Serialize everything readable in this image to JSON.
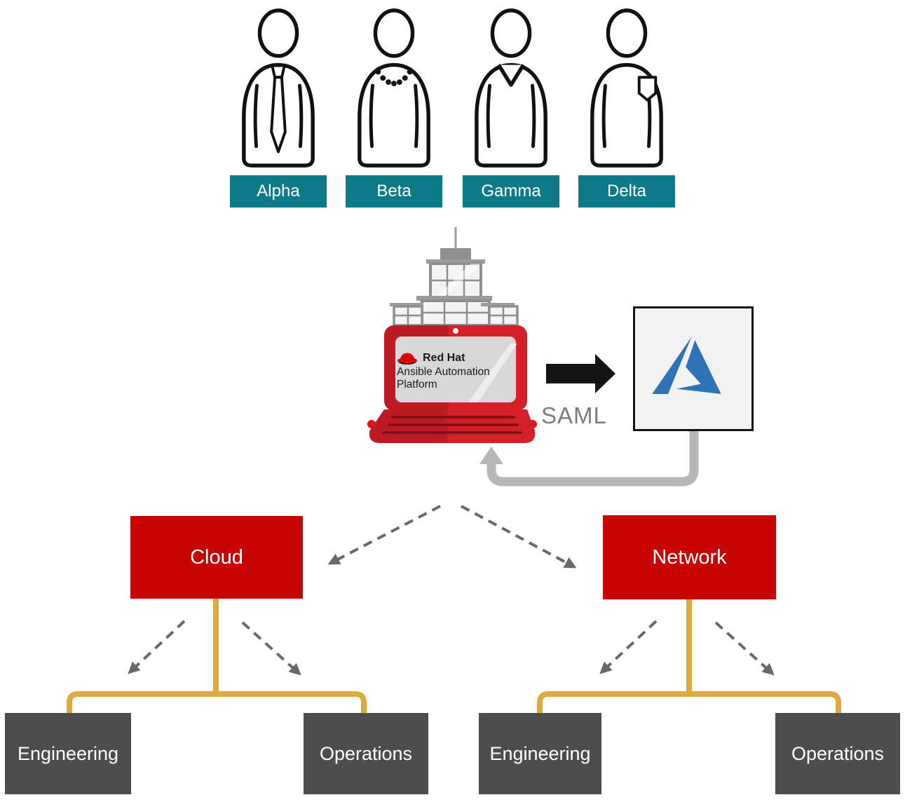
{
  "users": [
    {
      "label": "Alpha"
    },
    {
      "label": "Beta"
    },
    {
      "label": "Gamma"
    },
    {
      "label": "Delta"
    }
  ],
  "platform": {
    "brand": "Red Hat",
    "product_line1": "Ansible Automation",
    "product_line2": "Platform"
  },
  "sso": {
    "protocol_label": "SAML"
  },
  "organizations": [
    {
      "name": "Cloud",
      "teams": [
        "Engineering",
        "Operations"
      ]
    },
    {
      "name": "Network",
      "teams": [
        "Engineering",
        "Operations"
      ]
    }
  ],
  "icons": {
    "identity_provider": "azure-icon",
    "platform_logo": "red-hat-fedora-icon",
    "request_arrow": "black-right-arrow-icon",
    "response_arrow": "gray-return-arrow-icon",
    "assignment_arrows": "dashed-arrow-icon",
    "users": [
      "person-tie-icon",
      "person-necklace-icon",
      "person-vneck-icon",
      "person-pocket-icon"
    ]
  },
  "colors": {
    "label_teal": "#0e7a88",
    "org_red": "#c70505",
    "team_gray": "#4d4d4d",
    "connector_orange": "#dfa93e",
    "arrow_gray": "#696969",
    "loop_gray": "#b7b7b7",
    "laptop_red": "#d21f28",
    "azure_blue": "#2e73b8",
    "saml_gray": "#7d7d7d"
  }
}
